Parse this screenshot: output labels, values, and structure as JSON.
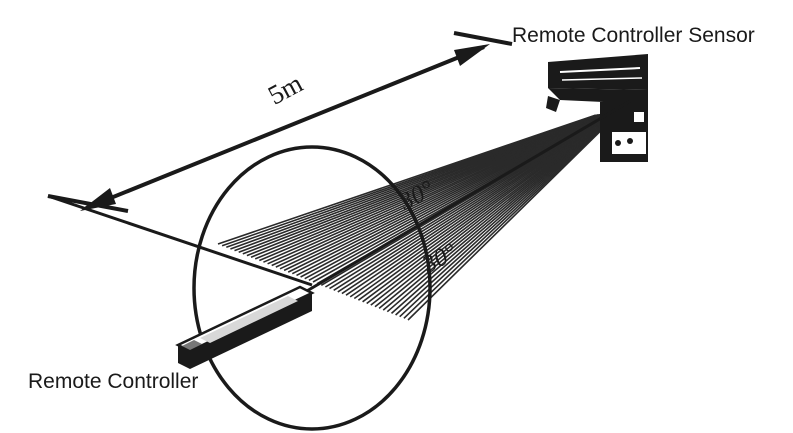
{
  "labels": {
    "sensor": "Remote Controller Sensor",
    "remote": "Remote Controller",
    "distance": "5m",
    "angle_upper": "30°",
    "angle_lower": "30°"
  },
  "colors": {
    "ink": "#1a1a1a",
    "hatch": "#2a2a2a",
    "background": "#ffffff"
  }
}
